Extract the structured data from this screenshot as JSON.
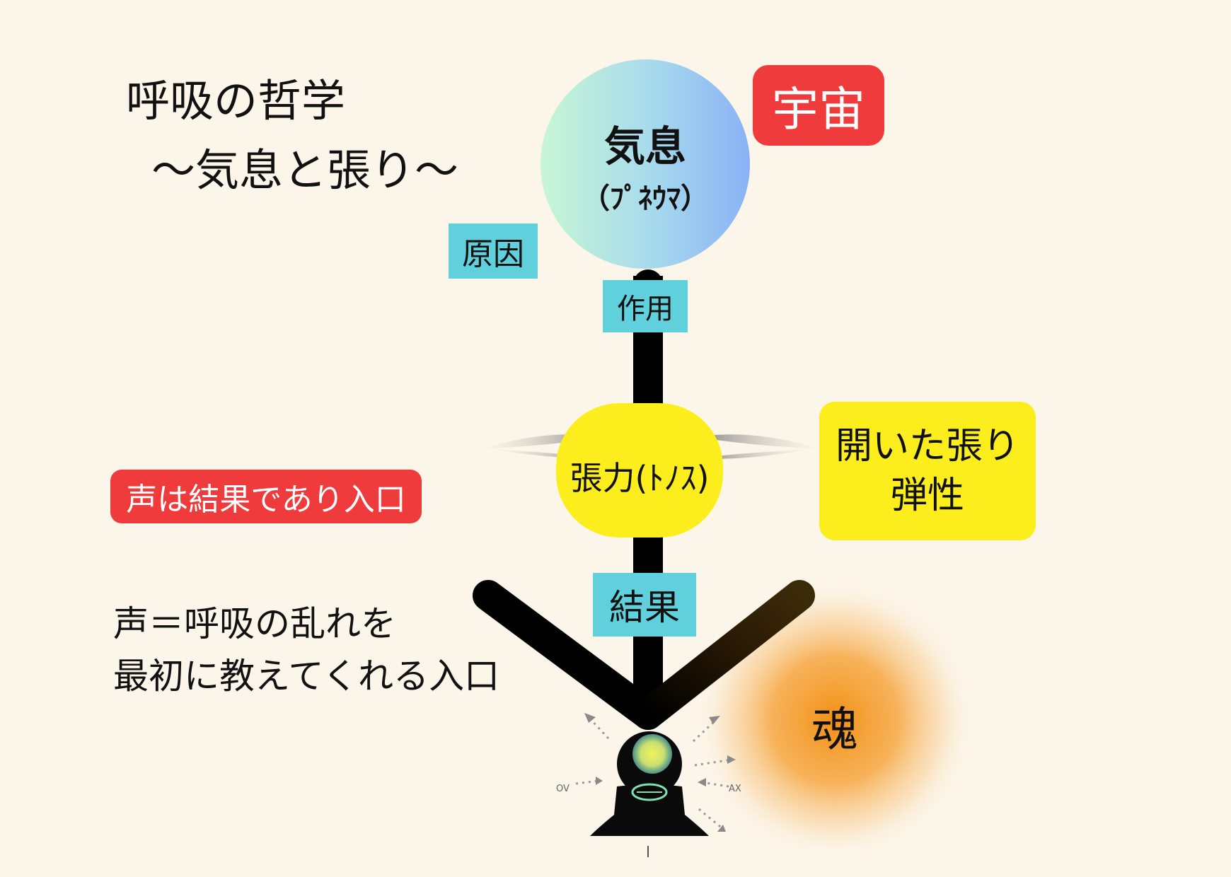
{
  "title": {
    "line1": "呼吸の哲学",
    "line2": "〜気息と張り〜"
  },
  "nodes": {
    "pneuma": {
      "label": "気息",
      "sub": "（ﾌﾟﾈｳﾏ）"
    },
    "tension": {
      "label": "張力(ﾄﾉｽ)"
    },
    "soul": {
      "label": "魂"
    }
  },
  "tags": {
    "universe": "宇宙",
    "cause": "原因",
    "action": "作用",
    "result": "結果",
    "voice_entrance": "声は結果であり入口"
  },
  "side_note": {
    "line1": "開いた張り",
    "line2": "弾性"
  },
  "body_text": {
    "line1": "声＝呼吸の乱れを",
    "line2": "最初に教えてくれる入口"
  },
  "figure_labels": {
    "left": "OV",
    "right": "AX"
  },
  "colors": {
    "background": "#fcf6ea",
    "red_tag": "#ef3b3b",
    "cyan_tag": "#5fd0dc",
    "yellow": "#fcee1c",
    "orb_from": "#c6f5d6",
    "orb_to": "#8ab4f8",
    "soul_glow": "#f49a1c"
  }
}
